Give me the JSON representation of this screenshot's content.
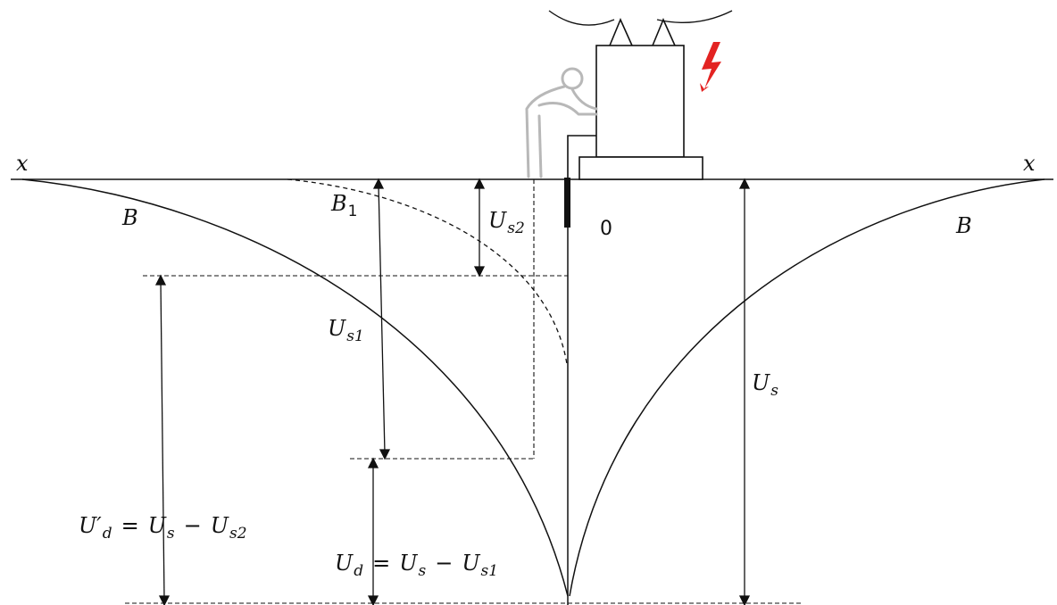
{
  "labels": {
    "axis_left": "x",
    "axis_right": "x",
    "curve_left": "B",
    "curve_right": "B",
    "curve_inner_main": "B",
    "curve_inner_sub": "1",
    "origin": "0",
    "us2_main": "U",
    "us2_sub": "s2",
    "us1_main": "U",
    "us1_sub": "s1",
    "us_main": "U",
    "us_sub": "s",
    "ud_prime": {
      "u1": "U",
      "prime": "′",
      "d": "d",
      "eq": "=",
      "u2": "U",
      "s": "s",
      "minus": "−",
      "u3": "U",
      "s2": "s2"
    },
    "ud": {
      "u1": "U",
      "d": "d",
      "eq": "=",
      "u2": "U",
      "s": "s",
      "minus": "−",
      "u3": "U",
      "s1": "s1"
    }
  },
  "colors": {
    "line": "#111111",
    "person": "#b8b8b8",
    "lightning": "#e32322",
    "electrode": "#111111"
  },
  "icons": [
    "transformer-icon",
    "person-icon",
    "lightning-icon",
    "electrode-icon"
  ]
}
